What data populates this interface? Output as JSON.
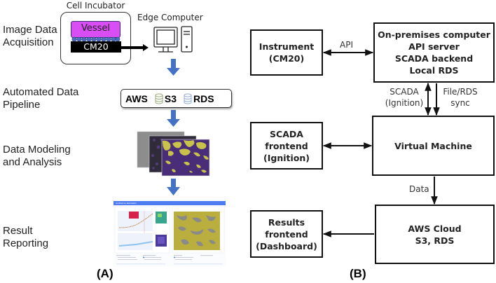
{
  "panel_a": {
    "label": "(A)",
    "row_labels": [
      {
        "line1": "Image Data",
        "line2": "Acquisition"
      },
      {
        "line1": "Automated Data",
        "line2": "Pipeline"
      },
      {
        "line1": "Data Modeling",
        "line2": "and Analysis"
      },
      {
        "line1": "Result",
        "line2": "Reporting"
      }
    ],
    "incubator": {
      "title": "Cell Incubator",
      "vessel": "Vessel",
      "instrument": "CM20"
    },
    "edge_computer": {
      "title": "Edge Computer"
    },
    "pipeline": {
      "items": [
        {
          "label": "AWS",
          "icon": "none"
        },
        {
          "label": "S3",
          "icon": "database-icon",
          "icon_color": "#9aab7a"
        },
        {
          "label": "RDS",
          "icon": "database-icon",
          "icon_color": "#8fa8d8"
        }
      ]
    },
    "modeling": {
      "image_layers": [
        "raw-grayscale-image",
        "dark-purple-segmentation",
        "yellow-purple-confluency-mask"
      ]
    },
    "dashboard": {
      "title": "Confluency Estimation"
    },
    "colors": {
      "flow_arrow": "#4472c4",
      "vessel": "#d94df5",
      "cells": "#4a6fc0",
      "mask_yellow": "#c8c24a",
      "mask_purple": "#4a2d78"
    }
  },
  "panel_b": {
    "label": "(B)",
    "boxes": {
      "instrument": [
        "Instrument",
        "(CM20)"
      ],
      "on_premises": [
        "On-premises computer",
        "API server",
        "SCADA backend",
        "Local RDS"
      ],
      "scada_frontend": [
        "SCADA",
        "frontend",
        "(Ignition)"
      ],
      "virtual_machine": [
        "Virtual Machine"
      ],
      "results_frontend": [
        "Results",
        "frontend",
        "(Dashboard)"
      ],
      "aws_cloud": [
        "AWS Cloud",
        "S3, RDS"
      ]
    },
    "edges": {
      "api": "API",
      "scada_line1": "SCADA",
      "scada_line2": "(Ignition)",
      "sync_line1": "File/RDS",
      "sync_line2": "sync",
      "data": "Data"
    }
  }
}
